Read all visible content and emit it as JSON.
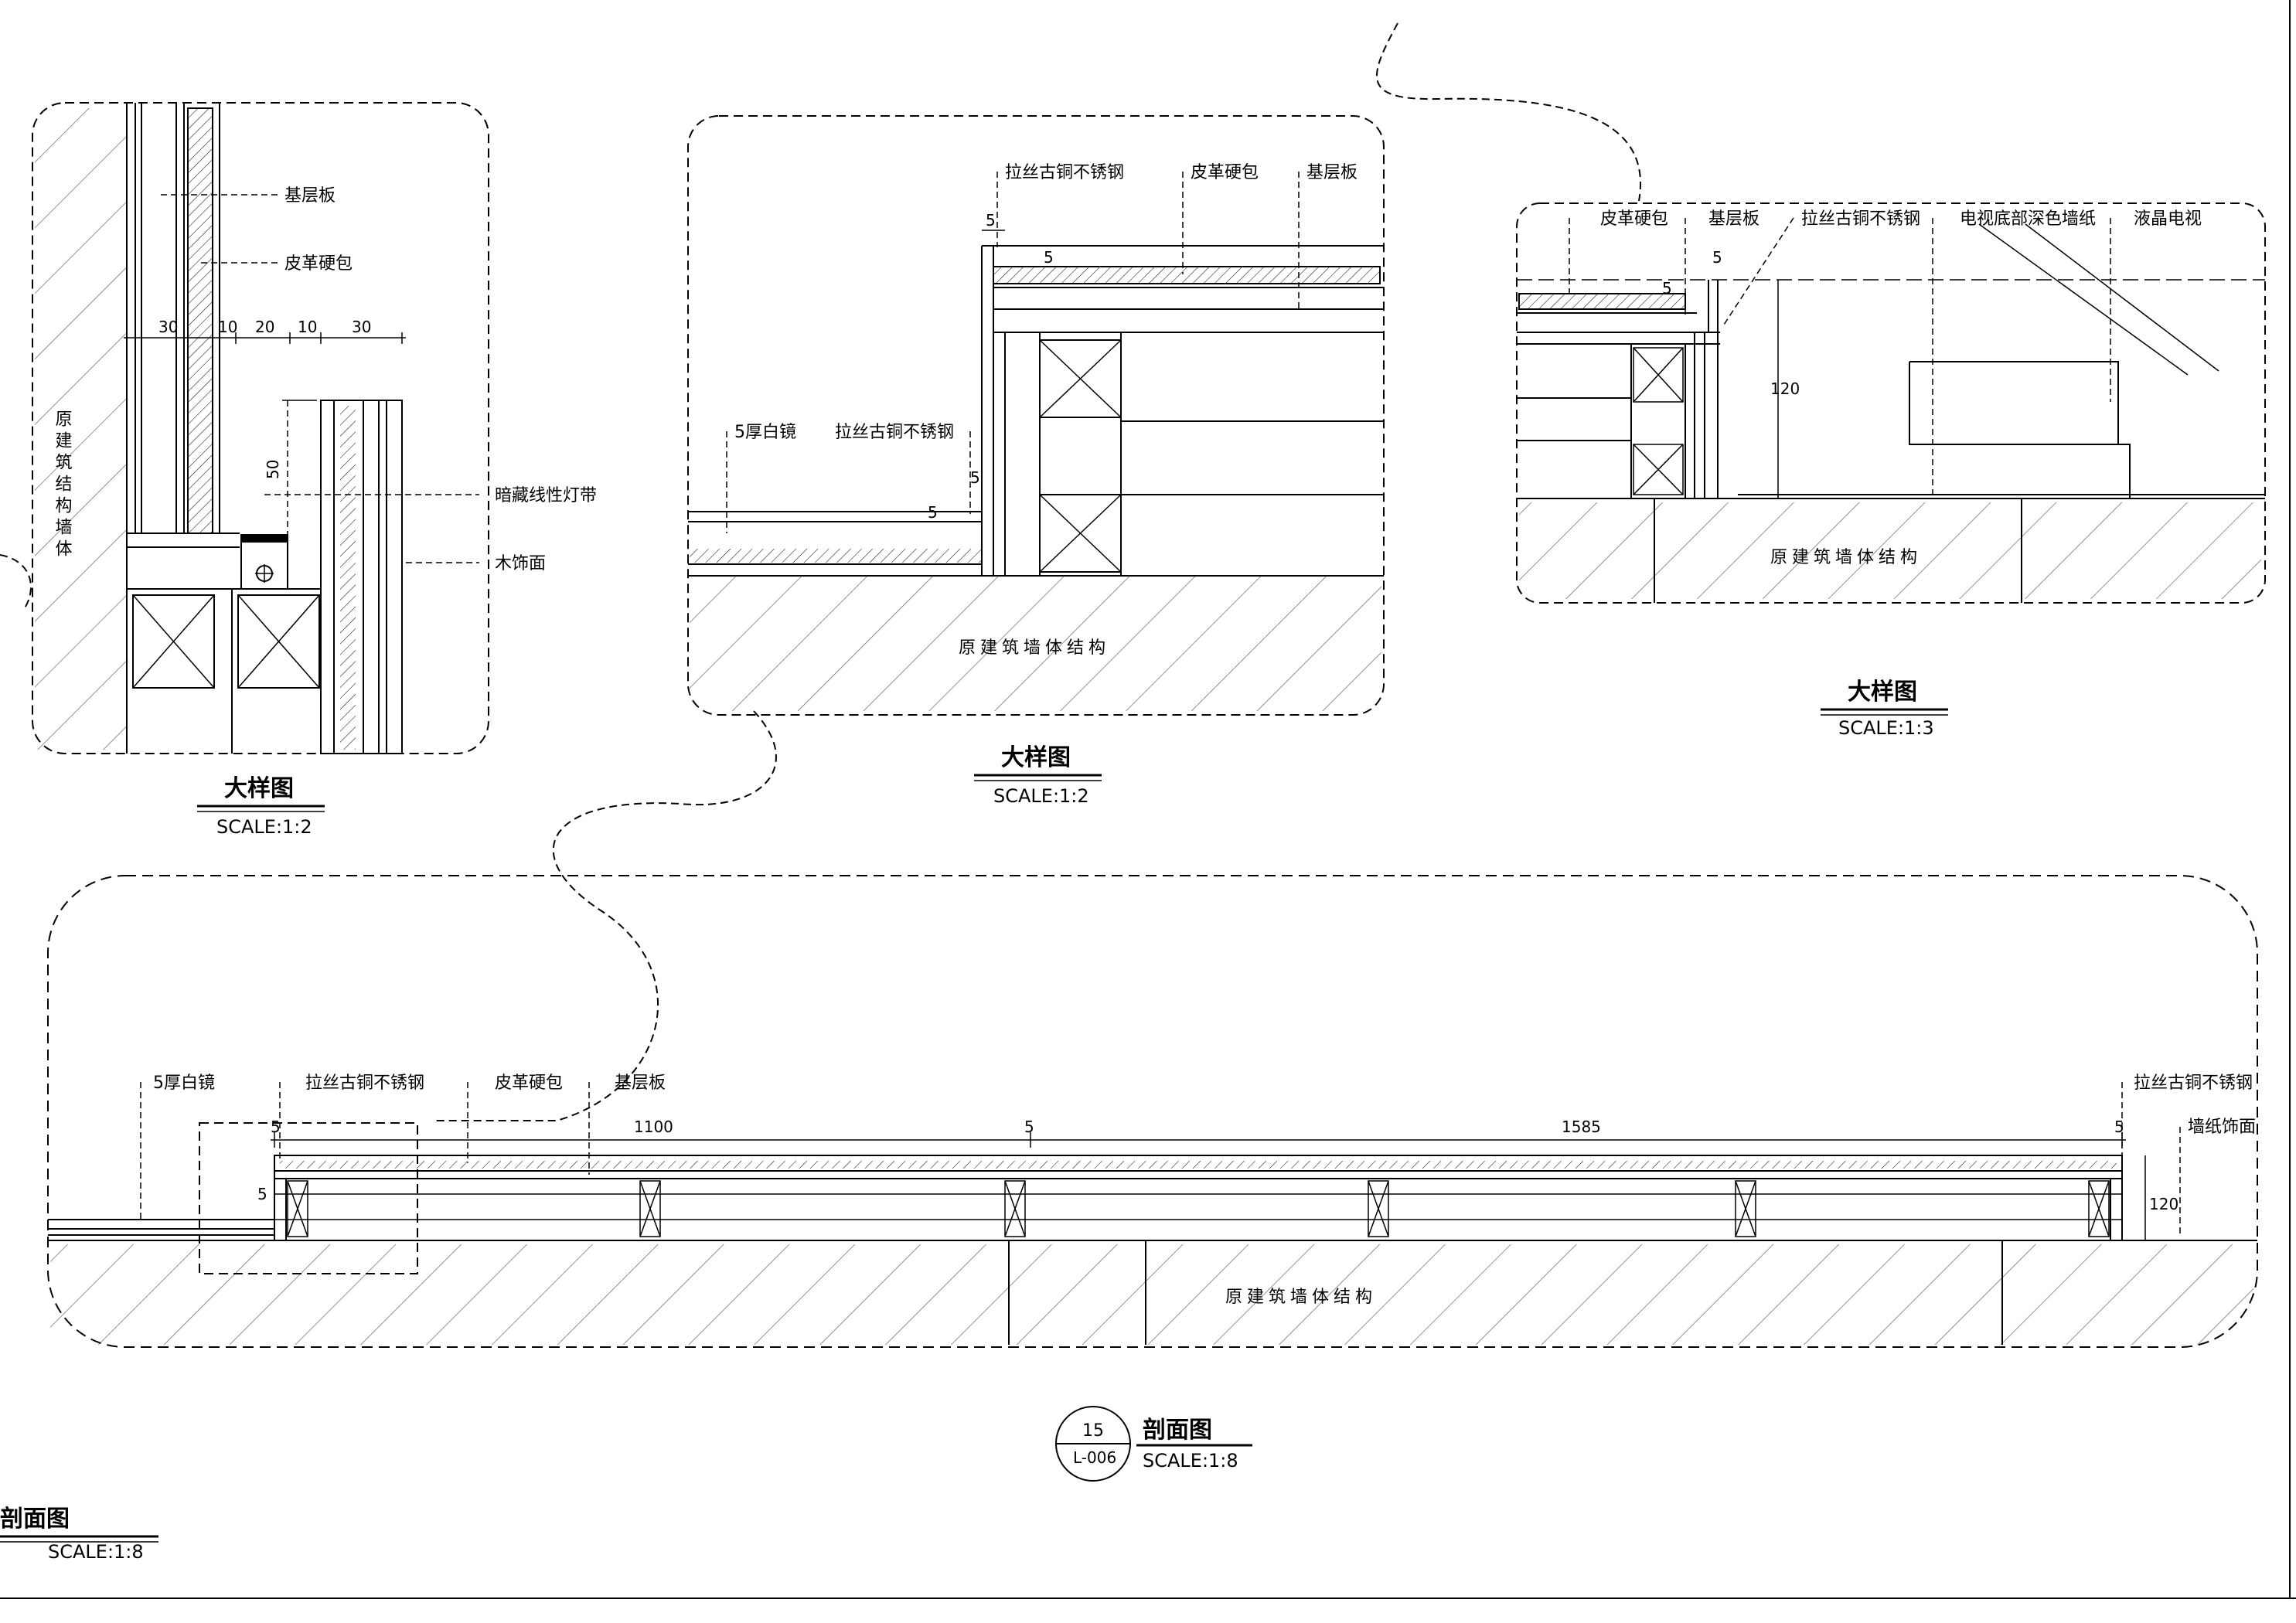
{
  "detail_1": {
    "labels": {
      "base_board": "基层板",
      "leather": "皮革硬包",
      "light_strip": "暗藏线性灯带",
      "wood_finish": "木饰面",
      "wall": "原建筑结构墙体"
    },
    "dims": {
      "d30a": "30",
      "d10a": "10",
      "d20": "20",
      "d10b": "10",
      "d30b": "30",
      "d50": "50"
    },
    "title": "大样图",
    "scale": "SCALE:1:2"
  },
  "detail_2": {
    "labels": {
      "steel": "拉丝古铜不锈钢",
      "leather": "皮革硬包",
      "base_board": "基层板",
      "mirror": "5厚白镜",
      "steel2": "拉丝古铜不锈钢",
      "wall": "原建筑墙体结构"
    },
    "dims": {
      "d5a": "5",
      "d5b": "5",
      "d5c": "5",
      "d5d": "5"
    },
    "title": "大样图",
    "scale": "SCALE:1:2"
  },
  "detail_3": {
    "labels": {
      "leather": "皮革硬包",
      "base_board": "基层板",
      "steel": "拉丝古铜不锈钢",
      "wallpaper": "电视底部深色墙纸",
      "tv": "液晶电视",
      "wall": "原建筑墙体结构"
    },
    "dims": {
      "d5a": "5",
      "d5b": "5",
      "d120": "120"
    },
    "title": "大样图",
    "scale": "SCALE:1:3"
  },
  "section": {
    "labels": {
      "mirror": "5厚白镜",
      "steel_left": "拉丝古铜不锈钢",
      "leather": "皮革硬包",
      "base_board": "基层板",
      "steel_right": "拉丝古铜不锈钢",
      "wallpaper": "墙纸饰面",
      "wall": "原建筑墙体结构"
    },
    "dims": {
      "d5_left": "5",
      "d1100": "1100",
      "d5_mid": "5",
      "d1585": "1585",
      "d5_right": "5",
      "d5_side": "5",
      "d120": "120"
    },
    "marker": {
      "number": "15",
      "ref": "L-006"
    },
    "title": "剖面图",
    "scale": "SCALE:1:8"
  },
  "corner": {
    "title": "剖面图",
    "scale": "SCALE:1:8"
  },
  "colors": {
    "line": "#000000",
    "paper": "#ffffff"
  }
}
